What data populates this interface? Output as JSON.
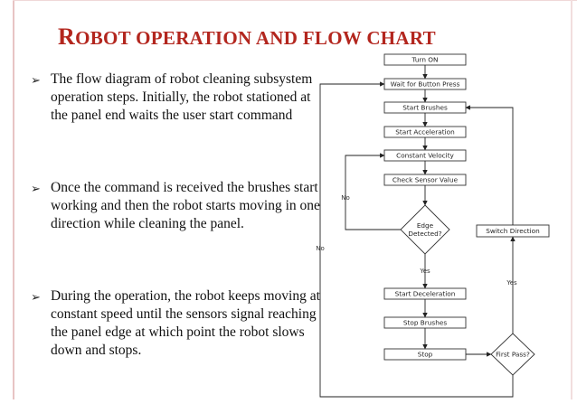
{
  "slide": {
    "title_first_letter": "R",
    "title_rest": "OBOT OPERATION AND FLOW CHART",
    "bullets": [
      "The flow diagram of robot cleaning subsystem operation steps. Initially, the robot stationed at the panel end waits the user start command",
      "Once the command is received the brushes start working and then the robot starts moving in one direction while cleaning the panel.",
      "During the operation, the robot keeps moving at constant speed until the sensors signal reaching the panel edge at which point the robot slows down and stops."
    ],
    "bullet_glyph": "➢"
  },
  "flowchart": {
    "steps": {
      "turn_on": "Turn ON",
      "wait": "Wait for Button Press",
      "start_brushes": "Start Brushes",
      "start_accel": "Start Acceleration",
      "const_velocity": "Constant Velocity",
      "check_sensor": "Check Sensor Value",
      "edge_line1": "Edge",
      "edge_line2": "Detected?",
      "start_decel": "Start Deceleration",
      "stop_brushes": "Stop Brushes",
      "stop": "Stop",
      "first_pass": "First Pass?",
      "switch_dir": "Switch Direction"
    },
    "labels": {
      "no_edge": "No",
      "no_first": "No",
      "yes_edge": "Yes",
      "yes_first": "Yes"
    }
  }
}
